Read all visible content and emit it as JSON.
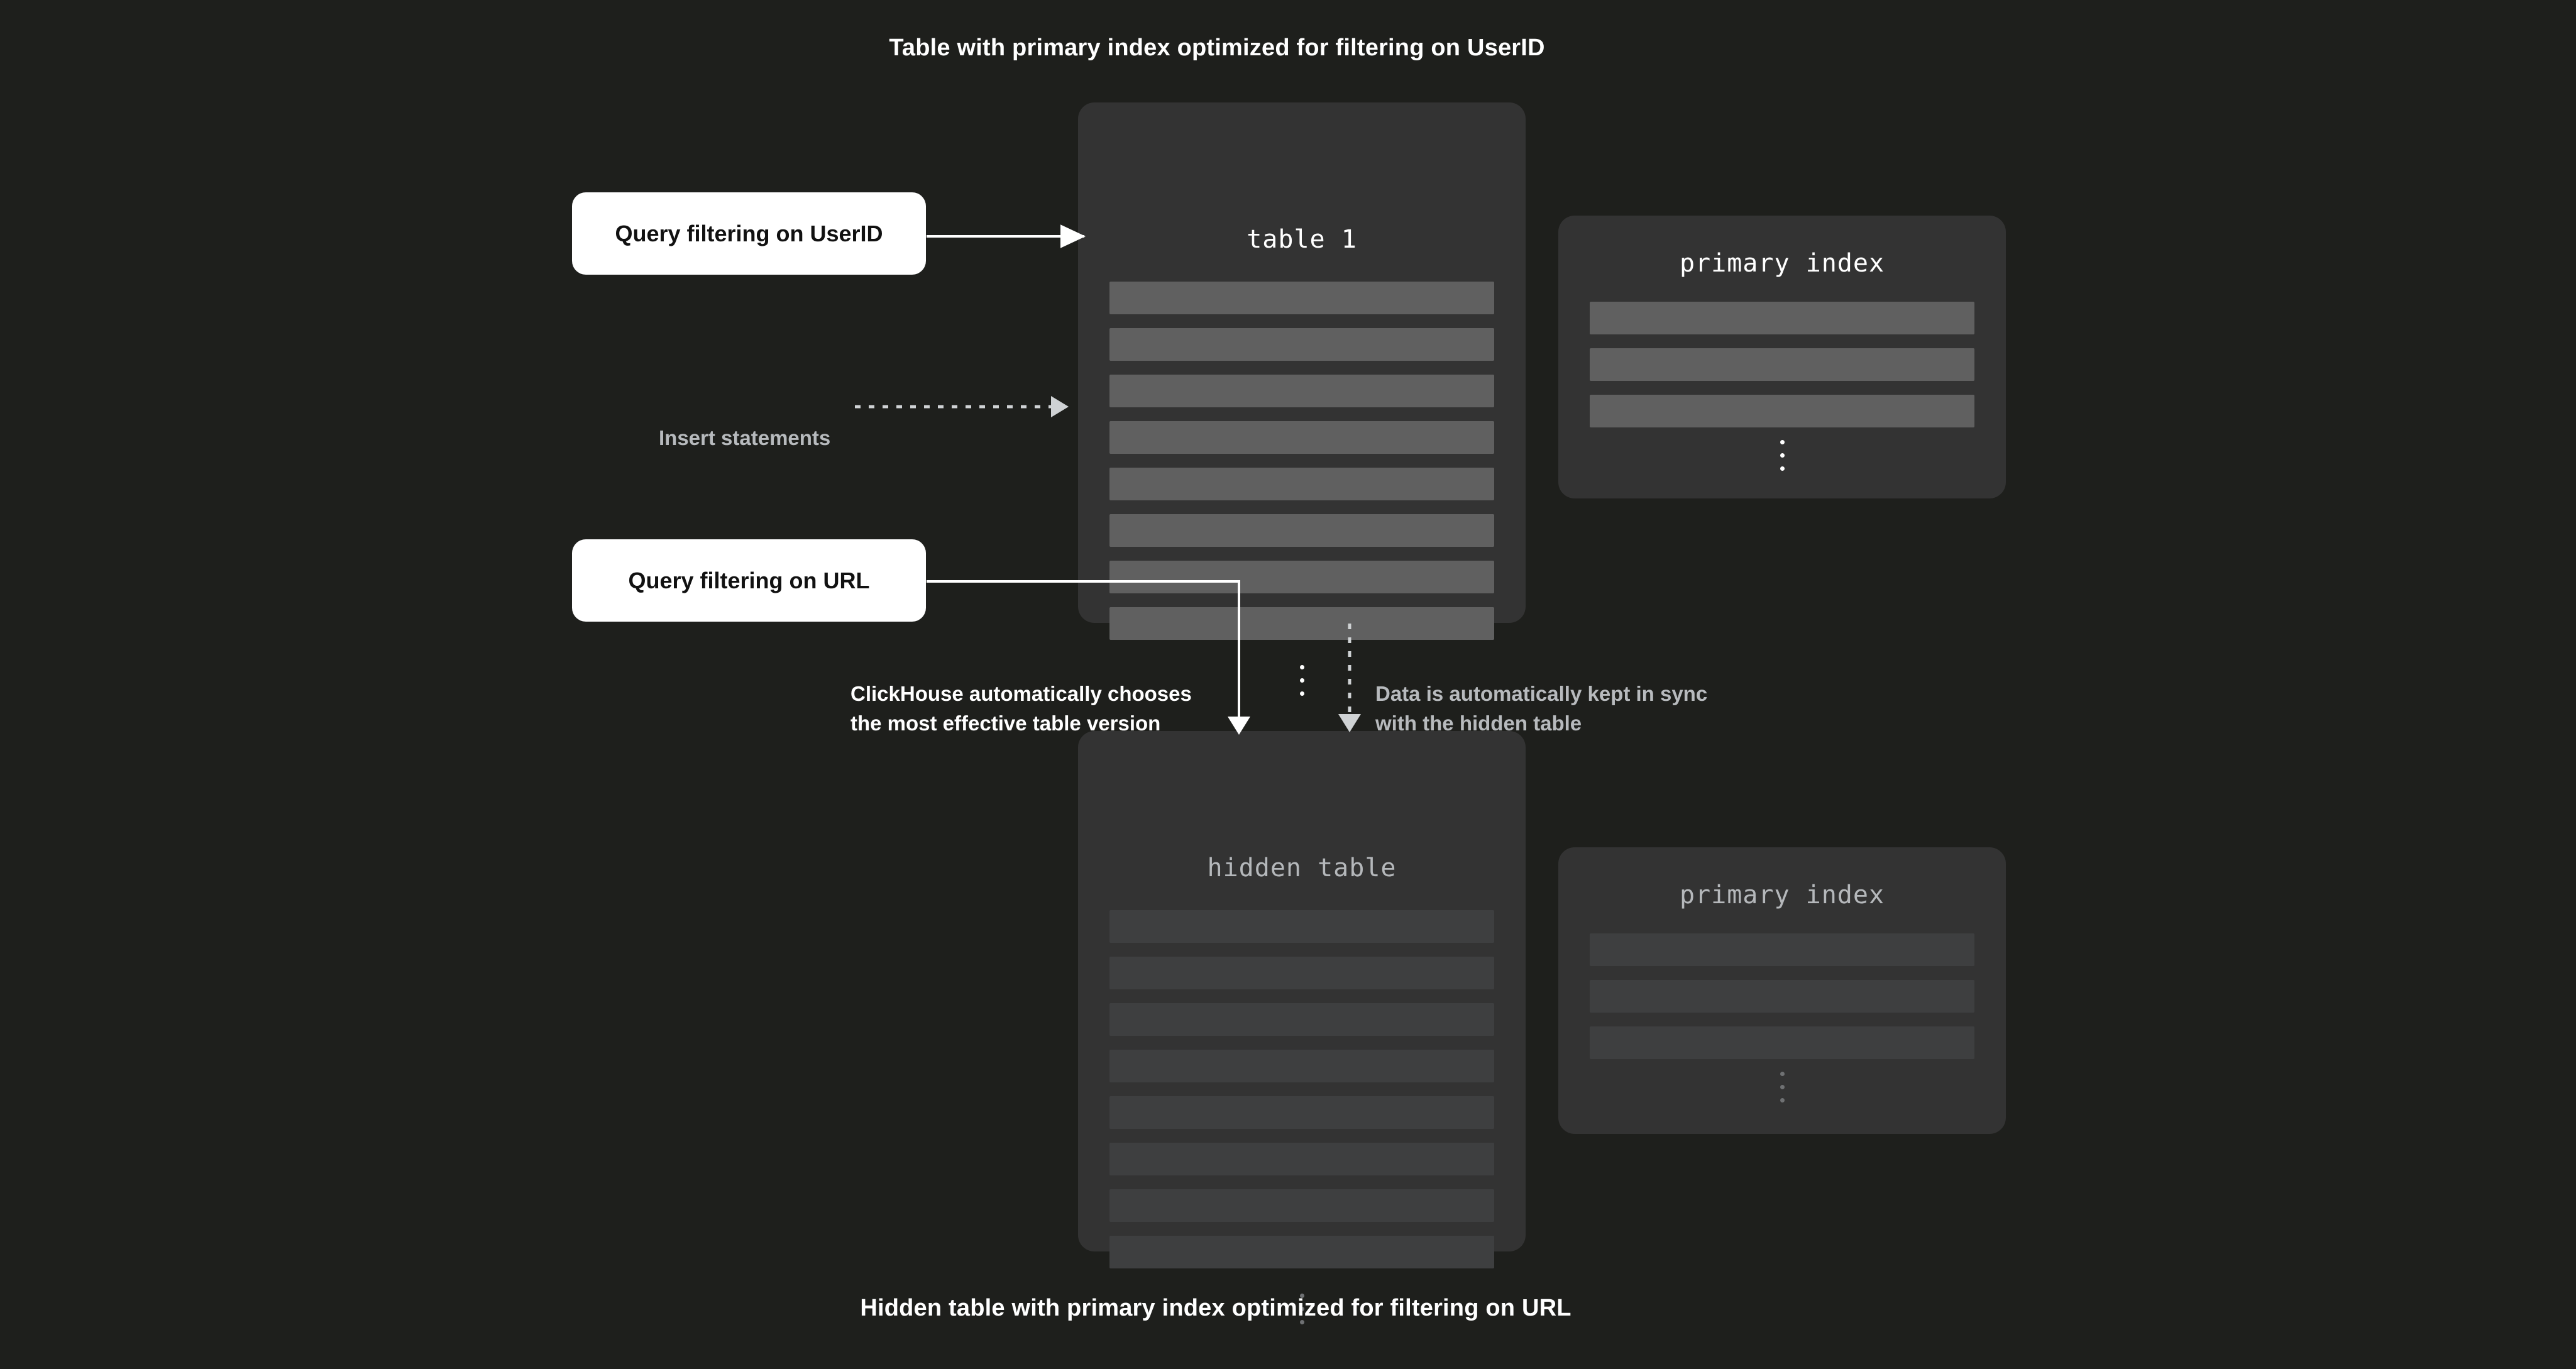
{
  "captions": {
    "top": "Table with primary index optimized for filtering on UserID",
    "bottom": "Hidden table with primary index optimized for filtering on URL"
  },
  "cards": {
    "table1": {
      "title": "table 1",
      "row_count": 8,
      "has_ellipsis": true
    },
    "primary_index_top": {
      "title": "primary index",
      "row_count": 3,
      "has_ellipsis": true
    },
    "hidden_table": {
      "title": "hidden table",
      "row_count": 8,
      "has_ellipsis": true
    },
    "primary_index_bottom": {
      "title": "primary index",
      "row_count": 3,
      "has_ellipsis": true
    }
  },
  "pills": {
    "query_userid": "Query filtering on UserID",
    "query_url": "Query filtering on URL"
  },
  "labels": {
    "insert_statements": "Insert statements",
    "clickhouse_chooses": "ClickHouse automatically chooses\nthe most effective table version",
    "kept_in_sync": "Data is automatically kept in sync\nwith the hidden table"
  },
  "colors": {
    "background": "#1e1f1c",
    "card": "#333333",
    "row": "#606060",
    "row_dim": "#3e3f40",
    "pill": "#ffffff",
    "pill_text": "#111111",
    "text_white": "#ffffff",
    "text_gray": "#b7babd",
    "title_dim": "#b5b8bb"
  }
}
